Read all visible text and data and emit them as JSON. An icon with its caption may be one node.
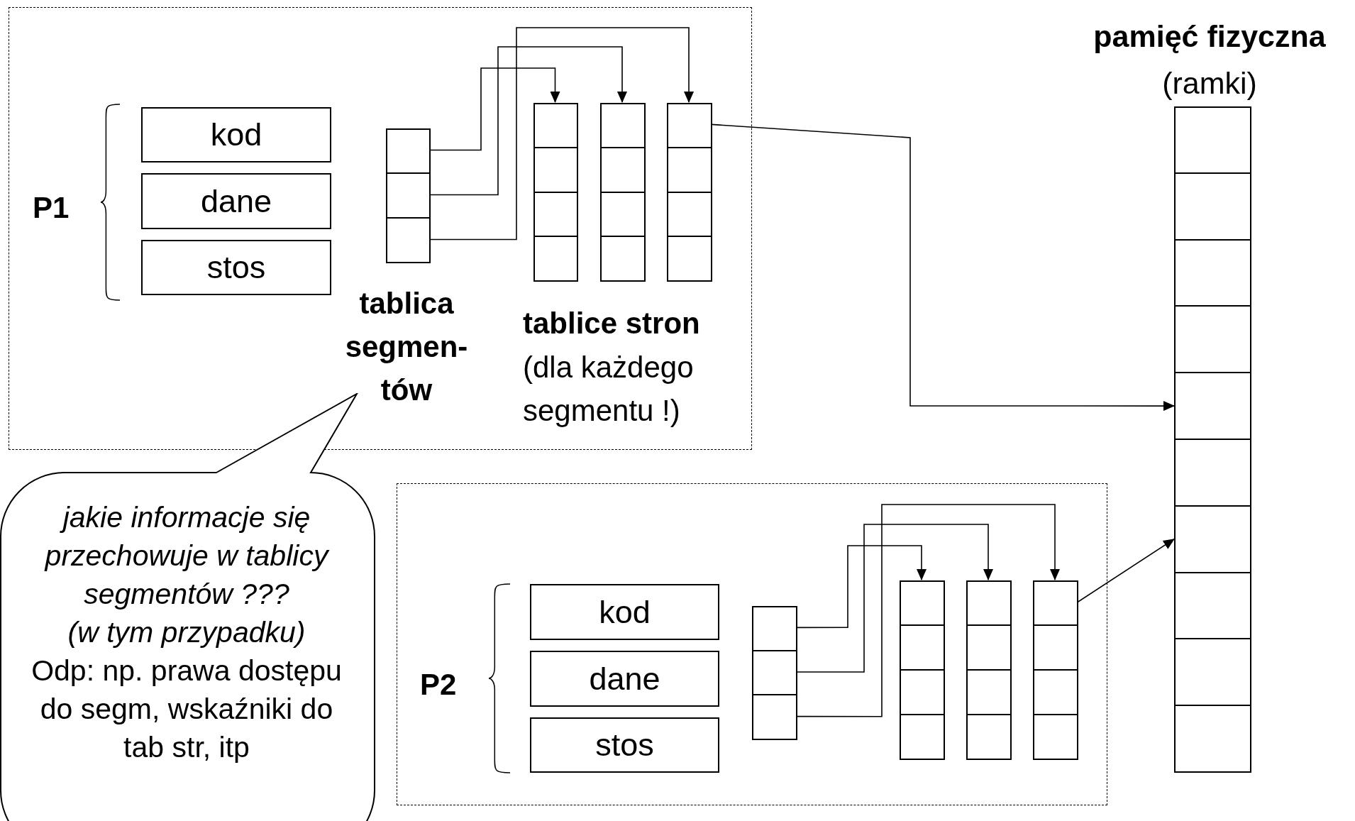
{
  "diagram": {
    "nodes": [
      {
        "text": [],
        "shape": "box"
      },
      {
        "text": [
          "kod"
        ],
        "in": 0
      },
      {
        "text": [
          "dane"
        ],
        "in": 0
      },
      {
        "text": [
          "stos"
        ],
        "in": 0
      },
      {
        "text": [],
        "shape": "box",
        "in": 0
      },
      {
        "text": [],
        "shape": "box",
        "in": 4
      },
      {
        "text": [],
        "shape": "box",
        "in": 4
      },
      {
        "text": [],
        "shape": "box",
        "in": 4
      },
      {
        "text": [],
        "shape": "box",
        "in": 0
      },
      {
        "text": [],
        "shape": "box",
        "in": 8
      },
      {
        "text": [],
        "shape": "box",
        "in": 8
      },
      {
        "text": [],
        "shape": "box",
        "in": 8
      },
      {
        "text": [],
        "shape": "box",
        "in": 8
      },
      {
        "text": [],
        "shape": "box",
        "in": 0
      },
      {
        "text": [],
        "shape": "box",
        "in": 13
      },
      {
        "text": [],
        "shape": "box",
        "in": 13
      },
      {
        "text": [],
        "shape": "box",
        "in": 13
      },
      {
        "text": [],
        "shape": "box",
        "in": 13
      },
      {
        "text": [],
        "shape": "box",
        "in": 0
      },
      {
        "text": [],
        "shape": "box",
        "in": 18
      },
      {
        "text": [],
        "shape": "box",
        "in": 18
      },
      {
        "text": [],
        "shape": "box",
        "in": 18
      },
      {
        "text": [],
        "shape": "box",
        "in": 18
      },
      {
        "text": [
          "pamięć fizyczna",
          "(ramki)"
        ]
      },
      {
        "text": [],
        "shape": "box",
        "in": 23
      },
      {
        "text": [],
        "shape": "box",
        "in": 23
      },
      {
        "text": [],
        "shape": "box",
        "in": 23
      },
      {
        "text": [],
        "shape": "box",
        "in": 23
      },
      {
        "text": [],
        "shape": "box",
        "in": 23
      },
      {
        "text": [],
        "shape": "box",
        "in": 23
      },
      {
        "text": [],
        "shape": "box",
        "in": 23
      },
      {
        "text": [],
        "shape": "box",
        "in": 23
      },
      {
        "text": [],
        "shape": "box",
        "in": 23
      },
      {
        "text": [],
        "shape": "box",
        "in": 23
      },
      {
        "text": [
          "jakie informacje się przechowuje w tablicy segmentów ???",
          "(w tym przypadku)",
          "Odp: np. prawa dostępu do segm, wskaźniki do tab str, itp"
        ]
      },
      {
        "text": [],
        "shape": "box"
      },
      {
        "text": [
          "kod"
        ],
        "in": 35
      },
      {
        "text": [
          "dane"
        ],
        "in": 35
      },
      {
        "text": [
          "stos"
        ],
        "in": 35
      },
      {
        "text": [],
        "shape": "box",
        "in": 35
      },
      {
        "text": [],
        "shape": "box",
        "in": 39
      },
      {
        "text": [],
        "shape": "box",
        "in": 39
      },
      {
        "text": [],
        "shape": "box",
        "in": 39
      },
      {
        "text": [],
        "shape": "box",
        "in": 35
      },
      {
        "text": [],
        "shape": "box",
        "in": 43
      },
      {
        "text": [],
        "shape": "box",
        "in": 43
      },
      {
        "text": [],
        "shape": "box",
        "in": 43
      },
      {
        "text": [],
        "shape": "box",
        "in": 43
      },
      {
        "text": [],
        "shape": "box",
        "in": 35
      },
      {
        "text": [],
        "shape": "box",
        "in": 48
      },
      {
        "text": [],
        "shape": "box",
        "in": 48
      },
      {
        "text": [],
        "shape": "box",
        "in": 48
      },
      {
        "text": [],
        "shape": "box",
        "in": 48
      },
      {
        "text": [],
        "shape": "box",
        "in": 35
      },
      {
        "text": [],
        "shape": "box",
        "in": 53
      },
      {
        "text": [],
        "shape": "box",
        "in": 53
      },
      {
        "text": [],
        "shape": "box",
        "in": 53
      },
      {
        "text": [],
        "shape": "box",
        "in": 53
      }
    ],
    "edges": [
      {
        "from": 5,
        "to": 8,
        "arrow": "to"
      },
      {
        "from": 6,
        "to": 13,
        "arrow": "to"
      },
      {
        "from": 7,
        "to": 18,
        "arrow": "to"
      },
      {
        "from": 19,
        "to": 28,
        "arrow": "to"
      },
      {
        "from": 40,
        "to": 43,
        "arrow": "to"
      },
      {
        "from": 41,
        "to": 48,
        "arrow": "to"
      },
      {
        "from": 42,
        "to": 53,
        "arrow": "to"
      },
      {
        "from": 54,
        "to": 30,
        "arrow": "to"
      }
    ],
    "labels": [
      "P1",
      "tablica segmen- tów",
      "tablice stron",
      "(dla każdego segmentu !)",
      "P2"
    ]
  }
}
